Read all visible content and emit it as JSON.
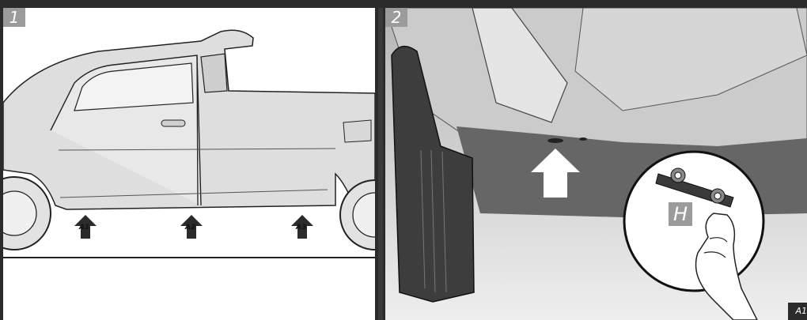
{
  "panels": [
    {
      "step": "1",
      "callouts": [
        "A1",
        "A2",
        "A3"
      ]
    },
    {
      "step": "2",
      "part_label": "H",
      "corner_tag": "A1"
    }
  ],
  "colors": {
    "frame": "#2b2b2b",
    "badge": "#9b9b9b",
    "line": "#222222"
  }
}
